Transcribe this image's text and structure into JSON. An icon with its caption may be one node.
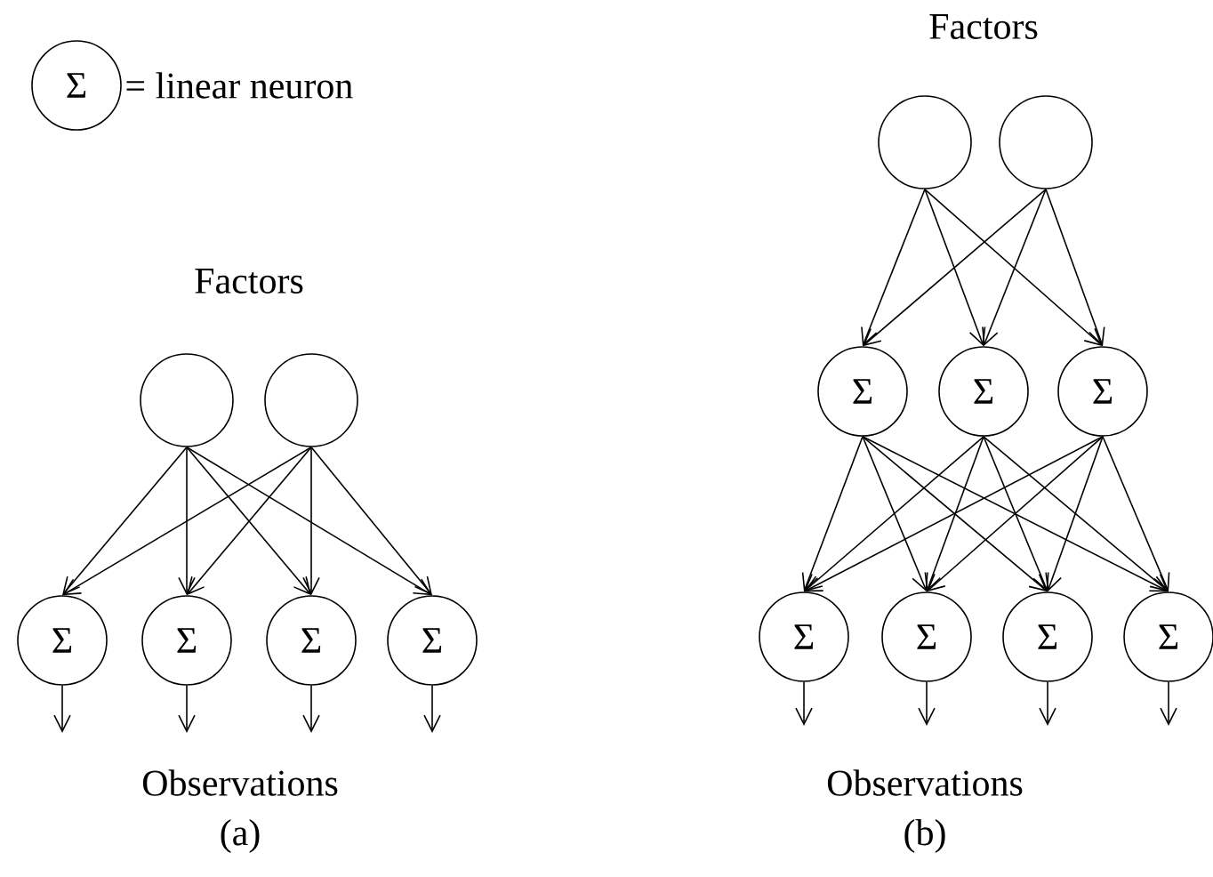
{
  "diagram": {
    "nodes": [
      {
        "text": [
          "Σ"
        ],
        "beside": [
          "= linear neuron"
        ]
      },
      {
        "text": [],
        "shape": "circle"
      },
      {
        "text": [],
        "shape": "circle"
      },
      {
        "text": [
          "Σ"
        ]
      },
      {
        "text": [
          "Σ"
        ]
      },
      {
        "text": [
          "Σ"
        ]
      },
      {
        "text": [
          "Σ"
        ]
      },
      {
        "text": [],
        "shape": "circle"
      },
      {
        "text": [],
        "shape": "circle"
      },
      {
        "text": [
          "Σ"
        ]
      },
      {
        "text": [
          "Σ"
        ]
      },
      {
        "text": [
          "Σ"
        ]
      },
      {
        "text": [
          "Σ"
        ]
      },
      {
        "text": [
          "Σ"
        ]
      },
      {
        "text": [
          "Σ"
        ]
      },
      {
        "text": [
          "Σ"
        ]
      }
    ],
    "edges": [
      {
        "from": 1,
        "to": 3,
        "arrow": "to"
      },
      {
        "from": 1,
        "to": 4,
        "arrow": "to"
      },
      {
        "from": 1,
        "to": 5,
        "arrow": "to"
      },
      {
        "from": 1,
        "to": 6,
        "arrow": "to"
      },
      {
        "from": 2,
        "to": 3,
        "arrow": "to"
      },
      {
        "from": 2,
        "to": 4,
        "arrow": "to"
      },
      {
        "from": 2,
        "to": 5,
        "arrow": "to"
      },
      {
        "from": 2,
        "to": 6,
        "arrow": "to"
      },
      {
        "from": 3,
        "to": null,
        "arrow": "to"
      },
      {
        "from": 4,
        "to": null,
        "arrow": "to"
      },
      {
        "from": 5,
        "to": null,
        "arrow": "to"
      },
      {
        "from": 6,
        "to": null,
        "arrow": "to"
      },
      {
        "from": 7,
        "to": 9,
        "arrow": "to"
      },
      {
        "from": 7,
        "to": 10,
        "arrow": "to"
      },
      {
        "from": 7,
        "to": 11,
        "arrow": "to"
      },
      {
        "from": 8,
        "to": 9,
        "arrow": "to"
      },
      {
        "from": 8,
        "to": 10,
        "arrow": "to"
      },
      {
        "from": 8,
        "to": 11,
        "arrow": "to"
      },
      {
        "from": 9,
        "to": 12,
        "arrow": "to"
      },
      {
        "from": 9,
        "to": 13,
        "arrow": "to"
      },
      {
        "from": 9,
        "to": 14,
        "arrow": "to"
      },
      {
        "from": 9,
        "to": 15,
        "arrow": "to"
      },
      {
        "from": 10,
        "to": 12,
        "arrow": "to"
      },
      {
        "from": 10,
        "to": 13,
        "arrow": "to"
      },
      {
        "from": 10,
        "to": 14,
        "arrow": "to"
      },
      {
        "from": 10,
        "to": 15,
        "arrow": "to"
      },
      {
        "from": 11,
        "to": 12,
        "arrow": "to"
      },
      {
        "from": 11,
        "to": 13,
        "arrow": "to"
      },
      {
        "from": 11,
        "to": 14,
        "arrow": "to"
      },
      {
        "from": 11,
        "to": 15,
        "arrow": "to"
      },
      {
        "from": 12,
        "to": null,
        "arrow": "to"
      },
      {
        "from": 13,
        "to": null,
        "arrow": "to"
      },
      {
        "from": 14,
        "to": null,
        "arrow": "to"
      },
      {
        "from": 15,
        "to": null,
        "arrow": "to"
      }
    ],
    "labels": [
      "Factors",
      "Factors",
      "Observations",
      "Observations",
      "(a)",
      "(b)"
    ]
  }
}
